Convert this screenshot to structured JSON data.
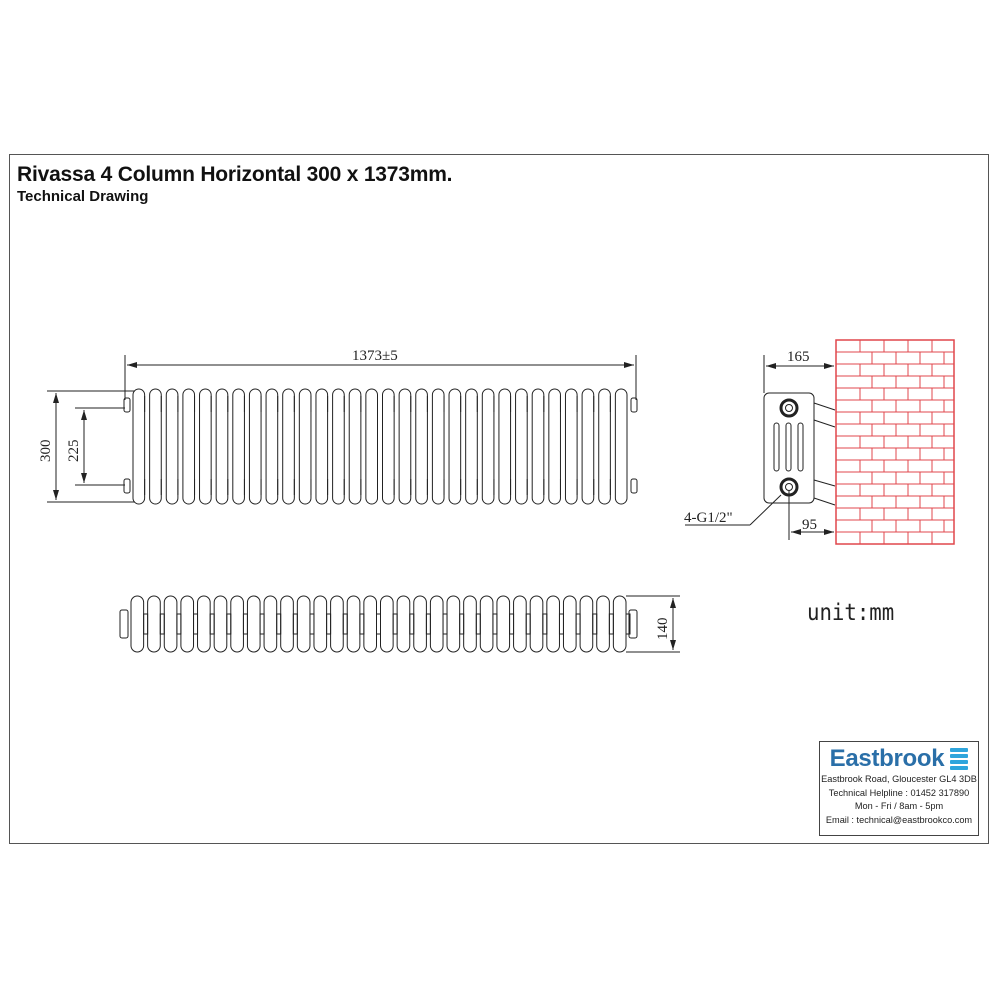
{
  "header": {
    "title": "Rivassa 4 Column Horizontal 300 x 1373mm.",
    "subtitle": "Technical Drawing"
  },
  "front_view": {
    "width_dim": "1373±5",
    "height_dim": "300",
    "centres_dim": "225",
    "sections": 30
  },
  "top_view": {
    "depth_dim": "140",
    "sections": 30
  },
  "side_view": {
    "projection_dim": "165",
    "wall_to_pipe_dim": "95",
    "connection_label": "4-G1/2\"",
    "wall_color": "#e0474c"
  },
  "unit_label": "unit:mm",
  "company": {
    "name": "Eastbrook",
    "address": "Eastbrook Road, Gloucester GL4 3DB",
    "helpline": "Technical Helpline : 01452 317890",
    "hours": "Mon - Fri / 8am - 5pm",
    "email": "Email : technical@eastbrookco.com",
    "brand_color": "#2a6fa8",
    "icon_color": "#2fa5dc"
  }
}
